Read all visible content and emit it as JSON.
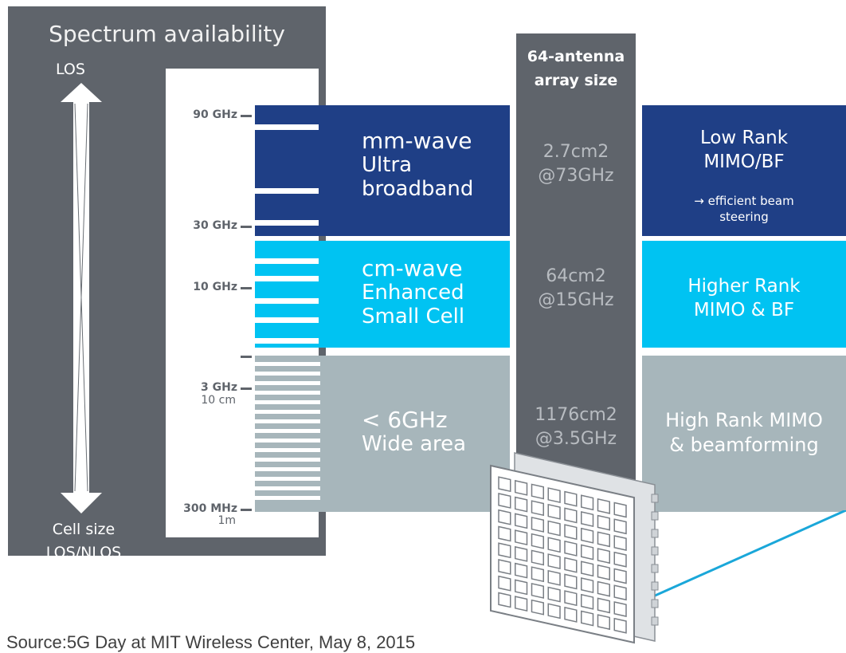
{
  "left_panel": {
    "title": "Spectrum availability",
    "top_label": "LOS",
    "bottom_label_line1": "Cell size",
    "bottom_label_line2": "LOS/NLOS"
  },
  "frequency_scale": [
    {
      "freq": "90 GHz",
      "wavelength": ""
    },
    {
      "freq": "30 GHz",
      "wavelength": ""
    },
    {
      "freq": "10 GHz",
      "wavelength": ""
    },
    {
      "freq": "3 GHz",
      "wavelength": "10 cm"
    },
    {
      "freq": "300 MHz",
      "wavelength": "1m"
    }
  ],
  "bands": [
    {
      "name": "mm-wave",
      "line2": "Ultra",
      "line3": "broadband",
      "color": "#1f3f86"
    },
    {
      "name": "cm-wave",
      "line2": "Enhanced",
      "line3": "Small Cell",
      "color": "#00c3f2"
    },
    {
      "name": "< 6GHz",
      "line2": "Wide area",
      "line3": "",
      "color": "#a7b6bb"
    }
  ],
  "array_column": {
    "header_line1": "64-antenna",
    "header_line2": "array size",
    "values": [
      {
        "size": "2.7cm2",
        "freq": "@73GHz"
      },
      {
        "size": "64cm2",
        "freq": "@15GHz"
      },
      {
        "size": "1176cm2",
        "freq": "@3.5GHz"
      }
    ]
  },
  "mimo": [
    {
      "line1": "Low Rank",
      "line2": "MIMO/BF",
      "note1": "→ efficient beam",
      "note2": "steering"
    },
    {
      "line1": "Higher Rank",
      "line2": "MIMO & BF",
      "note1": "",
      "note2": ""
    },
    {
      "line1": "High Rank MIMO",
      "line2": "& beamforming",
      "note1": "",
      "note2": ""
    }
  ],
  "source": "Source:5G Day at MIT Wireless Center, May 8, 2015",
  "colors": {
    "dark_gray": "#5f646b",
    "mm_wave_blue": "#1f3f86",
    "cm_wave_cyan": "#00c3f2",
    "sub6_gray": "#a7b6bb",
    "connector_line": "#1aa7d9"
  }
}
